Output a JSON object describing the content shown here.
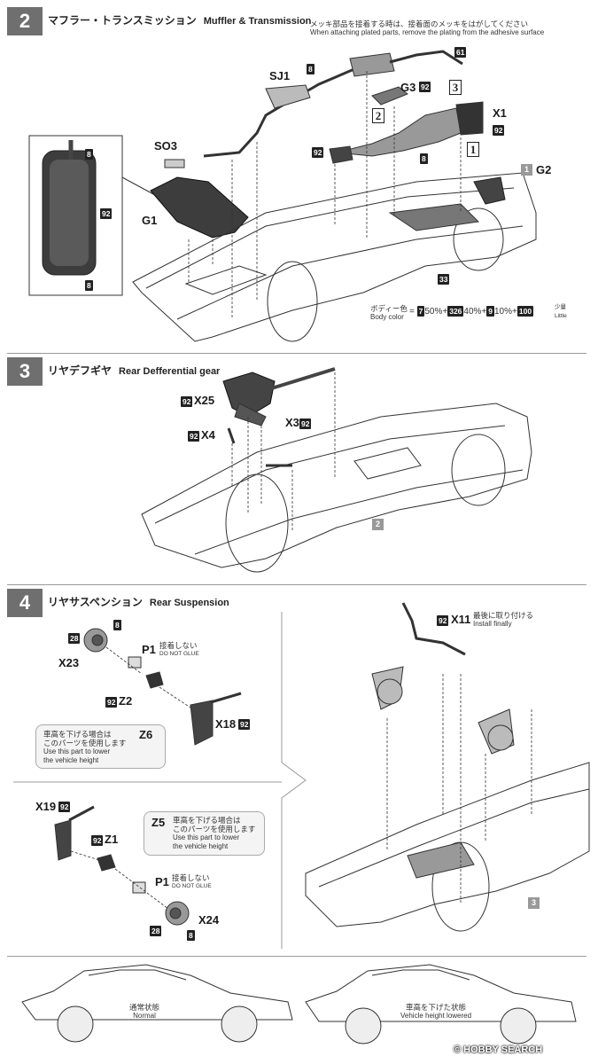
{
  "steps": {
    "s2": {
      "number": "2",
      "title_jp": "マフラー・トランスミッション",
      "title_en": "Muffler & Transmission",
      "plating_note_jp": "メッキ部品を接着する時は、接着面のメッキをはがしてください",
      "plating_note_en": "When attaching plated parts, remove the plating from the adhesive surface",
      "parts": {
        "sj1": "SJ1",
        "so3": "SO3",
        "g1": "G1",
        "g2": "G2",
        "g3": "G3",
        "x1": "X1"
      },
      "color_nums": {
        "n8a": "8",
        "n8b": "8",
        "n8c": "8",
        "n8d": "8",
        "n92a": "92",
        "n92b": "92",
        "n92c": "92",
        "n92d": "92",
        "n61": "61",
        "n33": "33"
      },
      "outlined": {
        "o1": "1",
        "o2": "2",
        "o3": "3"
      },
      "ref_step": "1",
      "body_color_jp": "ボディー色",
      "body_color_en": "Body color",
      "mix": {
        "eq": "=",
        "c1": "7",
        "p1": "50%+",
        "c2": "326",
        "p2": "40%+",
        "c3": "9",
        "p3": "10%+",
        "c4": "100",
        "little_jp": "少量",
        "little_en": "Little"
      }
    },
    "s3": {
      "number": "3",
      "title_jp": "リヤデフギヤ",
      "title_en": "Rear Defferential gear",
      "parts": {
        "x25": "X25",
        "x4": "X4",
        "x3": "X3"
      },
      "color_nums": {
        "a": "92",
        "b": "92",
        "c": "92"
      },
      "ref_step": "2"
    },
    "s4": {
      "number": "4",
      "title_jp": "リヤサスペンション",
      "title_en": "Rear Suspension",
      "parts": {
        "x23": "X23",
        "p1a": "P1",
        "z2": "Z2",
        "x18": "X18",
        "z6": "Z6",
        "x19": "X19",
        "z5": "Z5",
        "z1": "Z1",
        "p1b": "P1",
        "x24": "X24",
        "x11": "X11"
      },
      "color_nums": {
        "n28a": "28",
        "n8a": "8",
        "n92a": "92",
        "n92b": "92",
        "n92c": "92",
        "n92d": "92",
        "n28b": "28",
        "n8b": "8",
        "n92e": "92"
      },
      "no_glue_jp": "接着しない",
      "no_glue_en": "DO NOT GLUE",
      "lower_jp_1": "車高を下げる場合は",
      "lower_jp_2": "このパーツを使用します",
      "lower_en_1": "Use this part to lower",
      "lower_en_2": "the vehicle height",
      "last_jp": "最後に取り付ける",
      "last_en": "Install finally",
      "ref_step": "3"
    }
  },
  "cars": {
    "normal_jp": "通常状態",
    "normal_en": "Normal",
    "lowered_jp": "車高を下げた状態",
    "lowered_en": "Vehicle height lowered"
  },
  "watermark": "© HOBBY SEARCH"
}
